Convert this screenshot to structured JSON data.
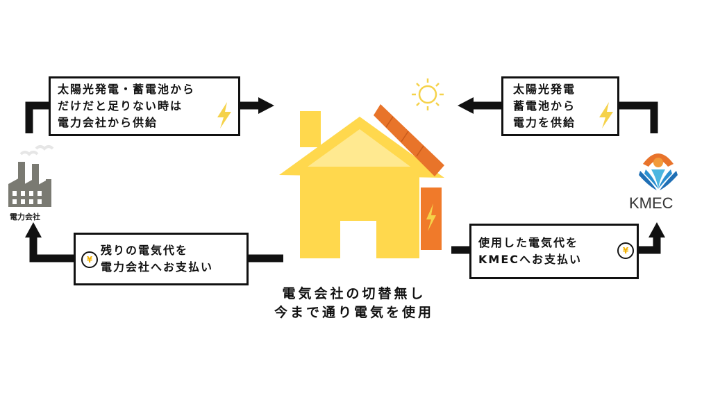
{
  "boxes": {
    "top_left": {
      "lines": [
        "太陽光発電・蓄電池から",
        "だけだと足りない時は",
        "電力会社から供給"
      ],
      "icon": "lightning-icon"
    },
    "top_right": {
      "lines": [
        "太陽光発電",
        "蓄電池から",
        "電力を供給"
      ],
      "icon": "lightning-icon"
    },
    "bottom_left": {
      "lines": [
        "残りの電気代を",
        "電力会社へお支払い"
      ],
      "icon": "yen-coin-icon",
      "symbol": "¥"
    },
    "bottom_right": {
      "lines": [
        "使用した電気代を",
        "KMECへお支払い"
      ],
      "icon": "yen-coin-icon",
      "symbol": "¥"
    }
  },
  "caption": {
    "lines": [
      "電気会社の切替無し",
      "今まで通り電気を使用"
    ]
  },
  "power_company": {
    "label": "電力会社",
    "icon": "factory-icon"
  },
  "kmec": {
    "label": "KMEC",
    "icon": "kmec-logo"
  },
  "house": {
    "icon": "house-icon",
    "solar_icon": "solar-panel-icon",
    "battery_icon": "battery-icon",
    "sun_icon": "sun-icon"
  },
  "colors": {
    "house": "#FFD84D",
    "solar_panel": "#E8742A",
    "battery": "#F07A2A",
    "sun": "#F5D24A",
    "bolt": "#F5D24A",
    "arrow": "#111111",
    "factory": "#7a7a72",
    "kmec_blue": "#1f6fb5",
    "kmec_orange": "#e8732b"
  }
}
